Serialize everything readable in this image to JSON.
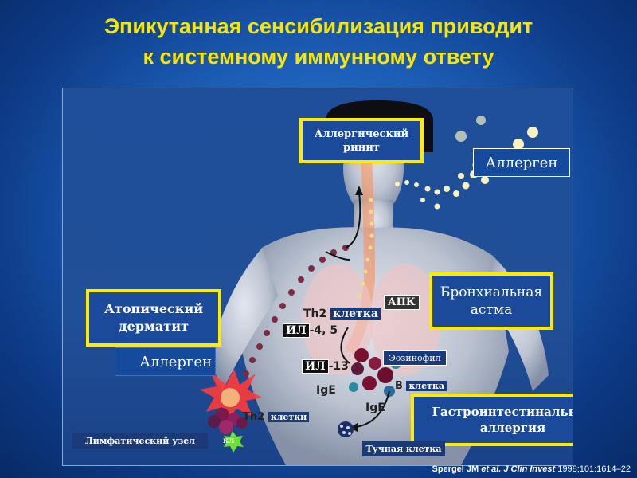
{
  "title": {
    "line1": "Эпикутанная сенсибилизация приводит",
    "line2": "к системному иммунному ответу"
  },
  "boxes": {
    "allergic_rhinitis": [
      "Аллергический",
      "ринит"
    ],
    "bronchial_asthma": [
      "Бронхиальная",
      "астма"
    ],
    "atopic_dermatitis": [
      "Атопический",
      "дерматит"
    ],
    "gi_allergy": [
      "Гастроинтестинальная",
      "аллергия"
    ]
  },
  "labels": {
    "allergen_top": "Аллерген",
    "allergen_left": "Аллерген",
    "lymph_node": "Лимфатический узел",
    "lc": "кл",
    "th2_cells": "клетки",
    "th2_prefix": "Th2",
    "th2_cell": "клетка",
    "apc": "АПК",
    "il_4_5_tag": "ИЛ",
    "il_4_5_num": "-4, 5",
    "il_13_tag": "ИЛ",
    "il_13_num": "-13",
    "eosinophil": "Эозинофил",
    "b_cell_prefix": "B",
    "b_cell": "клетка",
    "ige_1": "IgE",
    "ige_2": "IgE",
    "mast_cell": "Тучная клетка"
  },
  "reference": {
    "authors": "Spergel JM",
    "etal": "et al.",
    "journal": "J Clin Invest",
    "details": "1998;101:1614–22"
  },
  "colors": {
    "title": "#f7e600",
    "box_border": "#ffea00",
    "background": "#1d5fb8"
  }
}
